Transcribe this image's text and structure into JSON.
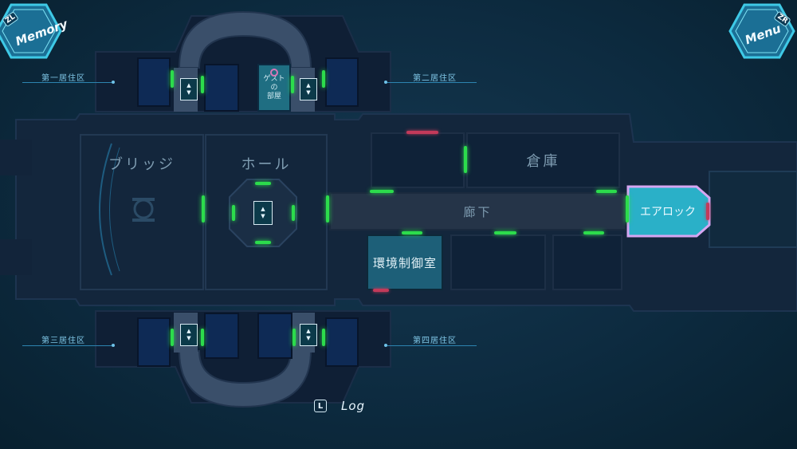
{
  "buttons": {
    "memory": {
      "badge": "ZL",
      "label": "Memory"
    },
    "menu": {
      "badge": "ZR",
      "label": "Menu"
    },
    "log": {
      "badge": "L",
      "label": "Log"
    }
  },
  "areas": {
    "res1": "第一居住区",
    "res2": "第二居住区",
    "res3": "第三居住区",
    "res4": "第四居住区"
  },
  "rooms": {
    "bridge": "ブリッジ",
    "hall": "ホール",
    "storage": "倉庫",
    "corridor": "廊下",
    "airlock": "エアロック",
    "env_control": "環境制御室",
    "guest_room_line1": "ゲスト",
    "guest_room_line2": "の",
    "guest_room_line3": "部屋"
  },
  "colors": {
    "accent_cyan": "#3ec9e6",
    "door_green": "#2cdc4c",
    "door_red": "#c23a5a",
    "airlock_border": "#d6a6f2"
  }
}
